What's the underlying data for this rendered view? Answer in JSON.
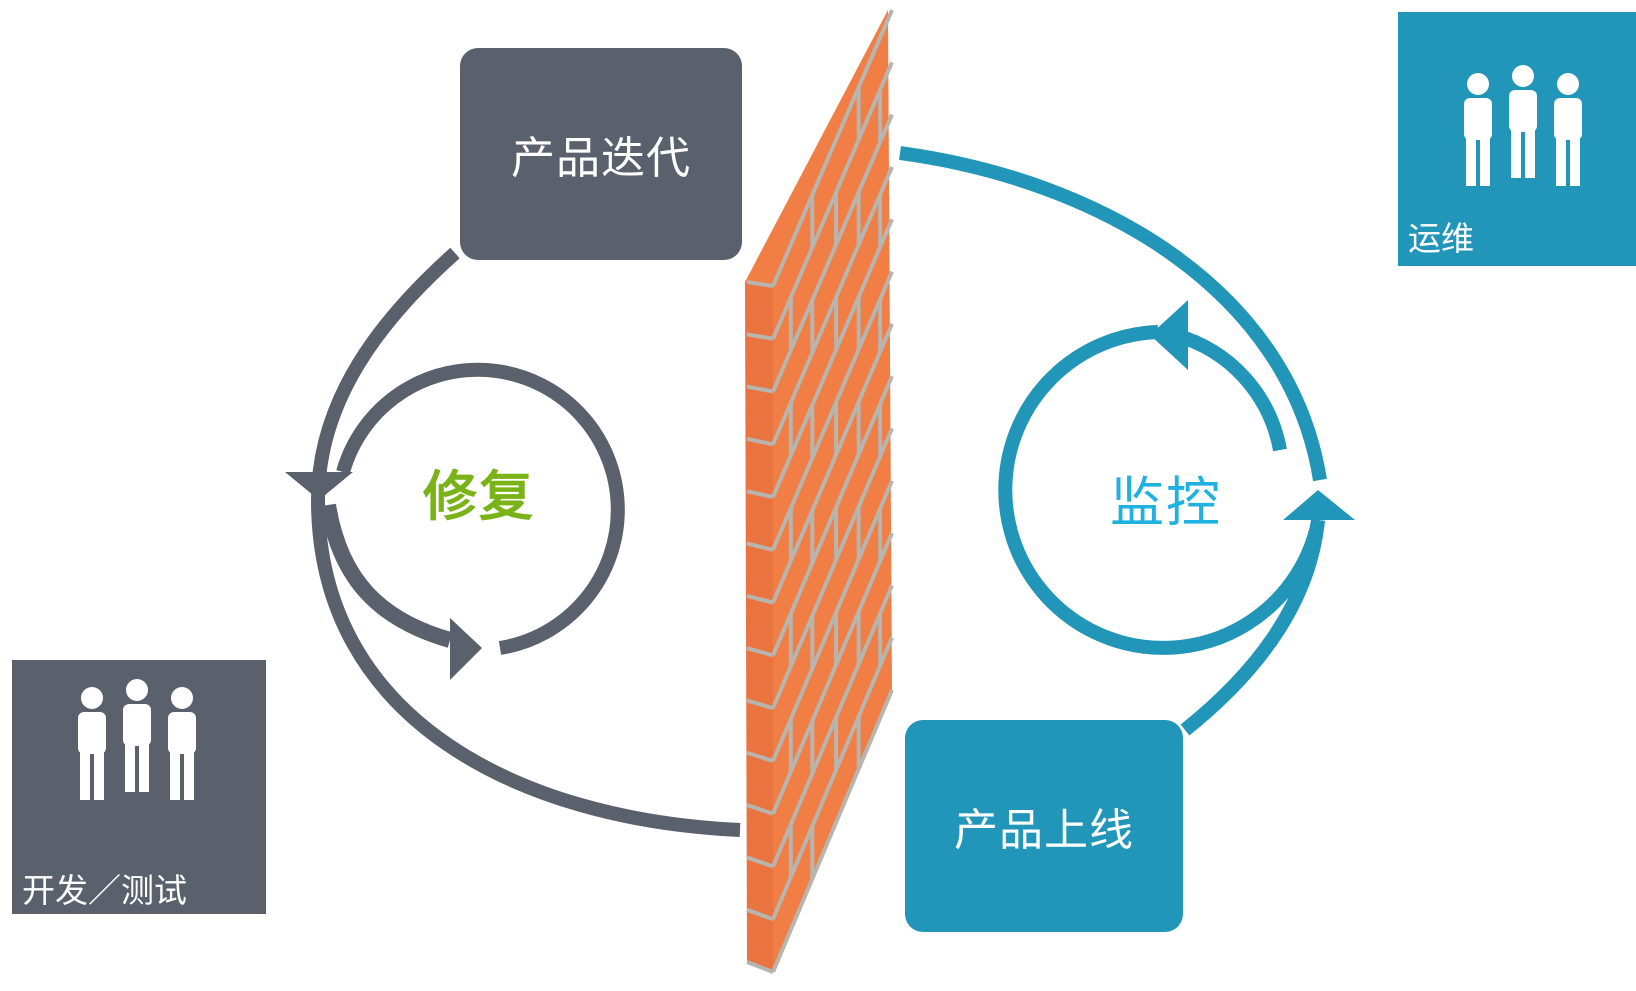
{
  "colors": {
    "dev": "#5a606c",
    "ops": "#2196b8",
    "brick": "#f07e45",
    "mortar": "#b8b4ae",
    "repair_text": "#7ab317",
    "monitor_text": "#1fb1df"
  },
  "boxes": {
    "iteration": "产品迭代",
    "release": "产品上线"
  },
  "teams": {
    "dev": {
      "label": "开发／测试",
      "icon": "people-icon"
    },
    "ops": {
      "label": "运维",
      "icon": "people-icon"
    }
  },
  "loops": {
    "repair": "修复",
    "monitor": "监控"
  },
  "wall": {
    "icon": "brick-wall"
  }
}
